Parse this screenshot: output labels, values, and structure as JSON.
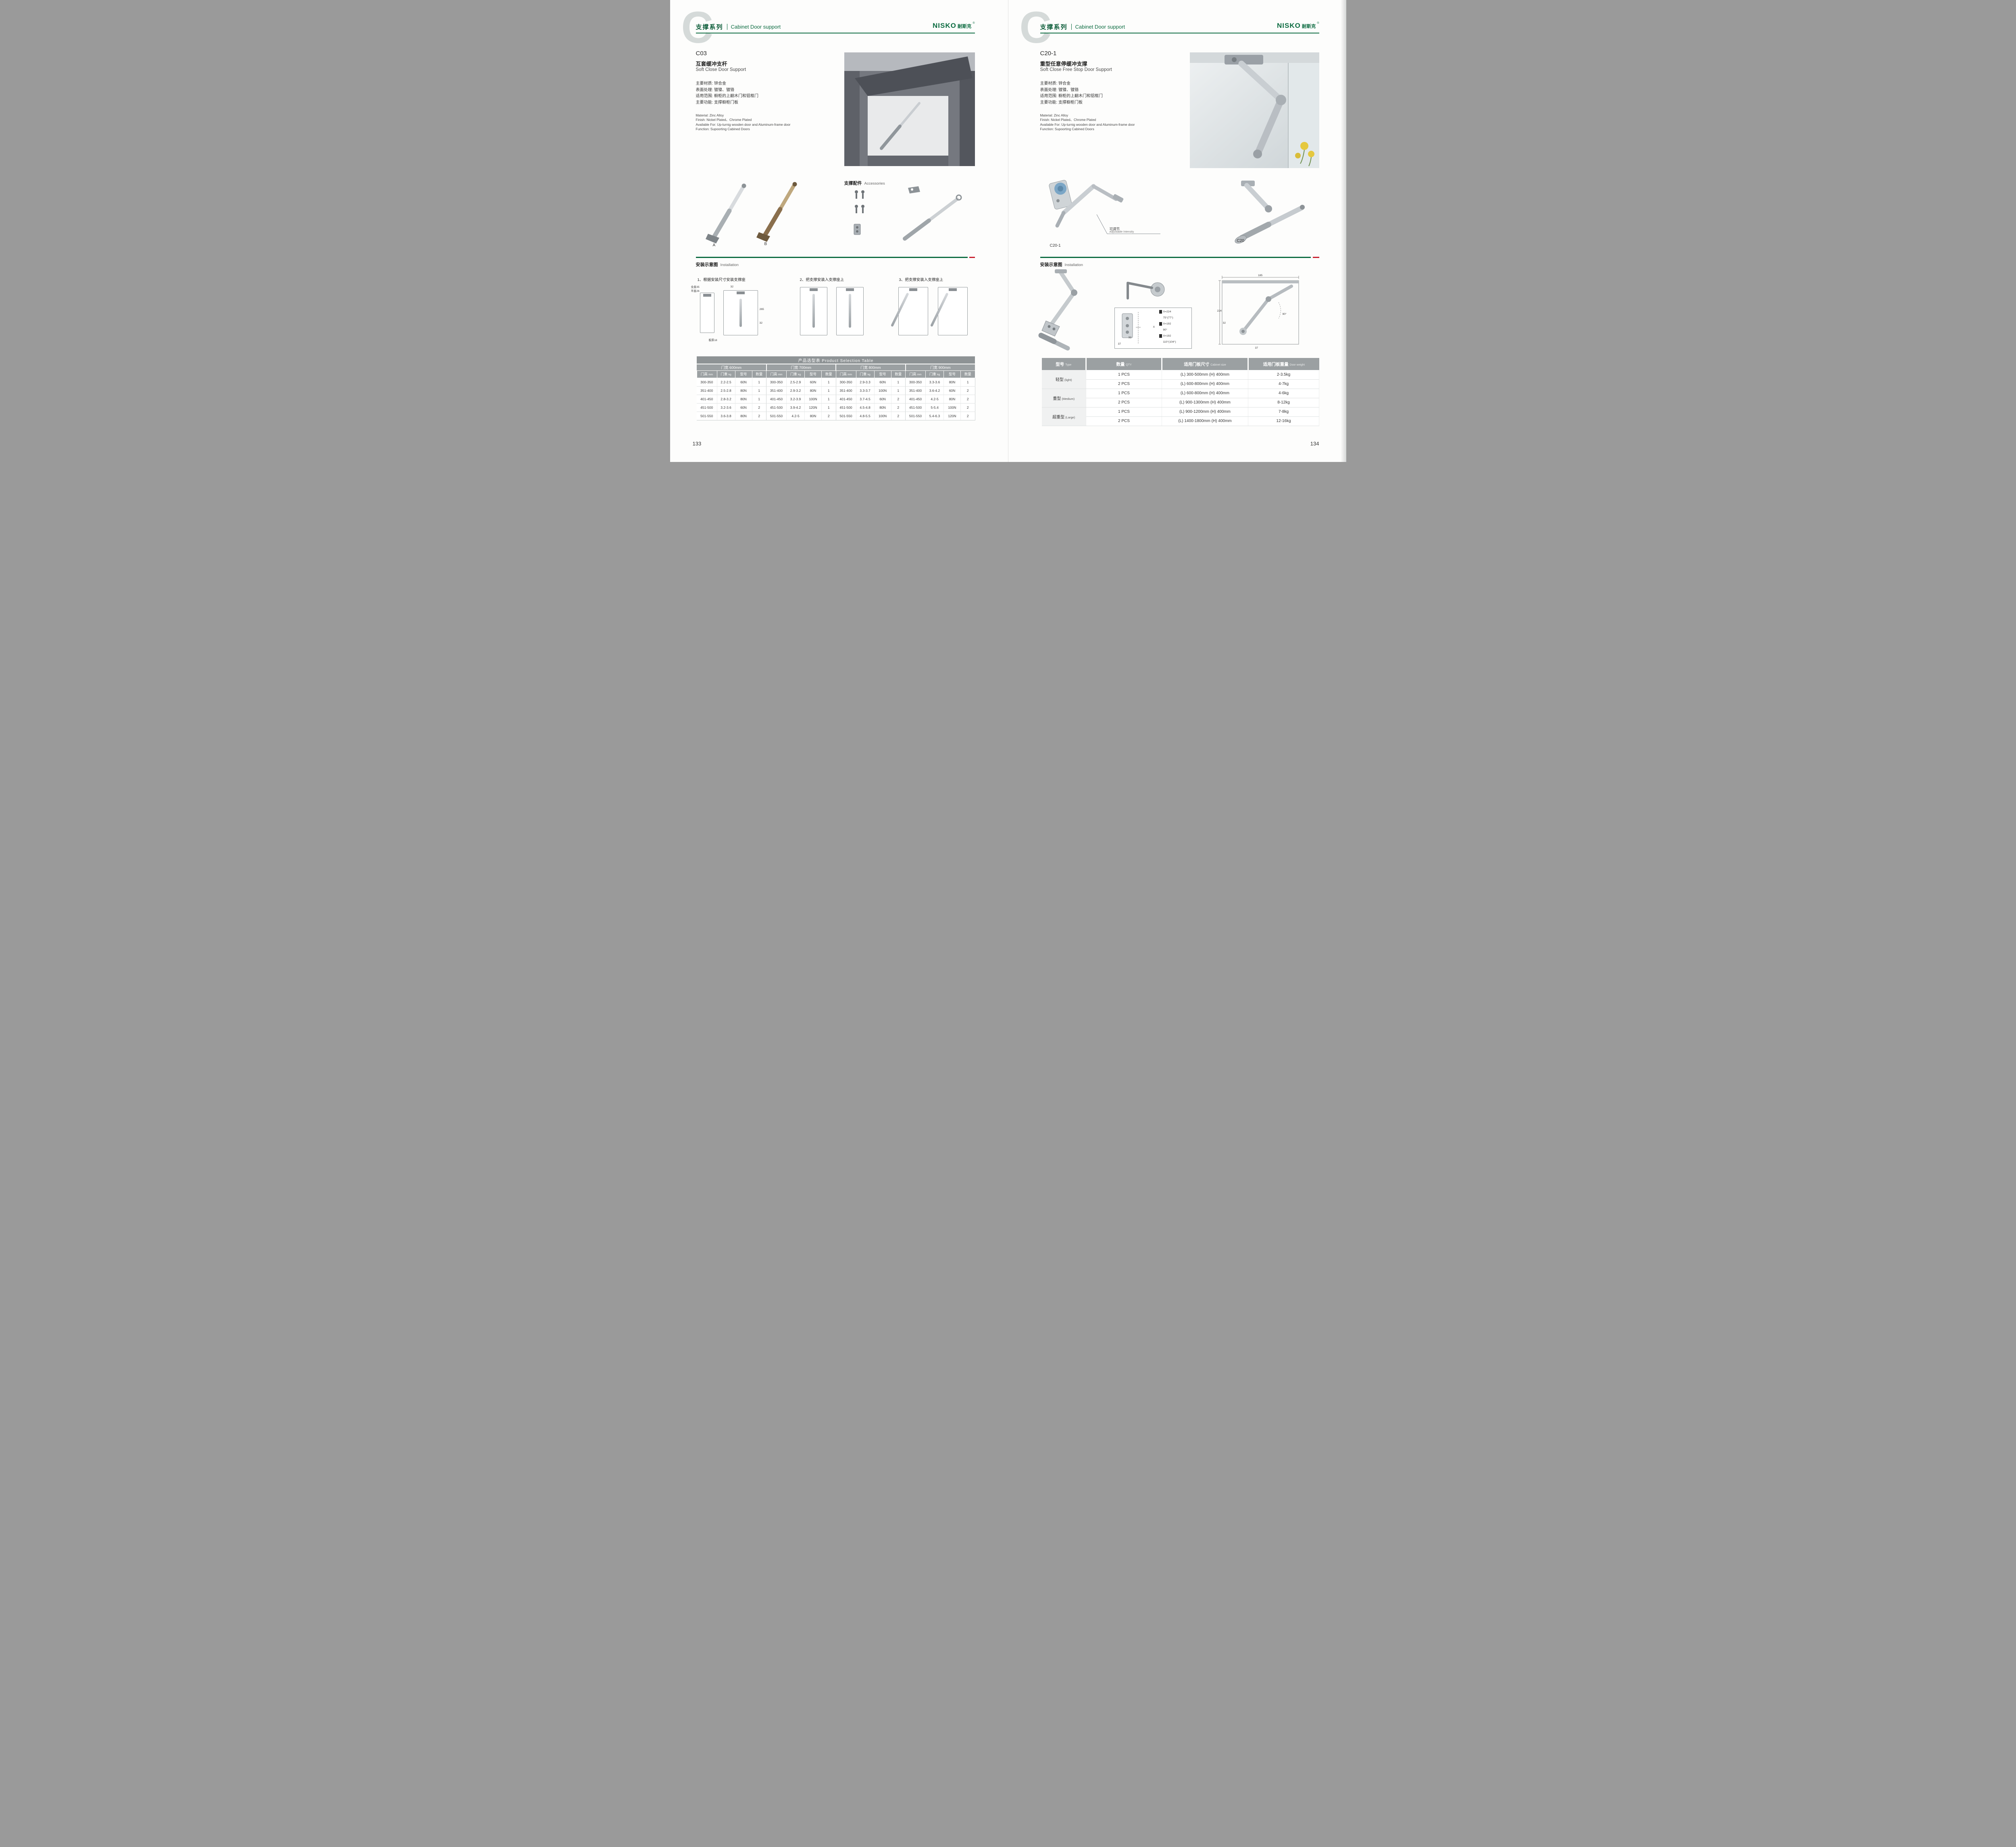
{
  "header": {
    "watermark": "C",
    "series_cn": "支撑系列",
    "series_en": "Cabinet Door support",
    "brand_en": "NISKO",
    "brand_cn": "耐斯克",
    "reg": "®"
  },
  "left": {
    "model": "C03",
    "name_cn": "互套缓冲支杆",
    "name_en": "Soft Close Door Support",
    "specs_cn": [
      "主要材质: 锌合金",
      "表面处理: 镀镍、镀铬",
      "适用范围: 橱柜的上翻木门和铝框门",
      "主要功能: 支撑橱柜门板"
    ],
    "specs_en": [
      "Material: Zinc Alloy",
      "Finish: Nickel Plated、Chrome Plated",
      "Available For: Up-turnig wooden door and Aluminum-frame door",
      "Function: Supoorting Cabined Doors"
    ],
    "variant_a": "A",
    "variant_b": "B",
    "accessories_cn": "支撑配件",
    "accessories_en": "Accessories",
    "install_cn": "安装示意图",
    "install_en": "Installation",
    "steps": [
      "1、根据安装尺寸安装支撑座",
      "2、把支撑安装入支撑座上",
      "3、把支撑安装入支撑座上"
    ],
    "install_dims": {
      "full_cover": "全盖35",
      "half_cover": "半盖26",
      "top32": "32",
      "height265": "265",
      "low32": "32",
      "board": "板厚18"
    },
    "table": {
      "title_cn": "产品选型表",
      "title_en": "Product Selection Table",
      "col_headers": [
        {
          "label": "门高",
          "unit": "mm"
        },
        {
          "label": "门重",
          "unit": "kg"
        },
        {
          "label": "型号",
          "unit": ""
        },
        {
          "label": "数量",
          "unit": ""
        }
      ],
      "groups": [
        {
          "label": "门宽 600mm",
          "rows": [
            [
              "300-350",
              "2.2-2.5",
              "60N",
              "1"
            ],
            [
              "351-400",
              "2.5-2.8",
              "80N",
              "1"
            ],
            [
              "401-450",
              "2.8-3.2",
              "80N",
              "1"
            ],
            [
              "451-500",
              "3.2-3.6",
              "60N",
              "2"
            ],
            [
              "501-550",
              "3.6-3.8",
              "80N",
              "2"
            ]
          ]
        },
        {
          "label": "门宽 700mm",
          "rows": [
            [
              "300-350",
              "2.5-2.9",
              "60N",
              "1"
            ],
            [
              "351-400",
              "2.9-3.2",
              "80N",
              "1"
            ],
            [
              "401-450",
              "3.2-3.9",
              "100N",
              "1"
            ],
            [
              "451-500",
              "3.9-4.2",
              "120N",
              "1"
            ],
            [
              "501-550",
              "4.2-5",
              "80N",
              "2"
            ]
          ]
        },
        {
          "label": "门宽 800mm",
          "rows": [
            [
              "300-350",
              "2.9-3.3",
              "60N",
              "1"
            ],
            [
              "351-400",
              "3.3-3.7",
              "100N",
              "1"
            ],
            [
              "401-450",
              "3.7-4.5",
              "60N",
              "2"
            ],
            [
              "451-500",
              "4.5-4.8",
              "80N",
              "2"
            ],
            [
              "501-550",
              "4.8-5.5",
              "100N",
              "2"
            ]
          ]
        },
        {
          "label": "门宽 900mm",
          "rows": [
            [
              "300-350",
              "3.3-3.6",
              "80N",
              "1"
            ],
            [
              "351-400",
              "3.6-4.2",
              "60N",
              "2"
            ],
            [
              "401-450",
              "4.2-5",
              "80N",
              "2"
            ],
            [
              "451-500",
              "5-5.4",
              "100N",
              "2"
            ],
            [
              "501-550",
              "5.4-6.3",
              "120N",
              "2"
            ]
          ]
        }
      ]
    },
    "page_number": "133"
  },
  "right": {
    "model": "C20-1",
    "name_cn": "重型任意停缓冲支撑",
    "name_en": "Soft Close Free Stop Door Support",
    "specs_cn": [
      "主要材质: 锌合金",
      "表面处理: 镀镍、镀铬",
      "适用范围: 橱柜的上翻木门和铝框门",
      "主要功能: 支撑橱柜门板"
    ],
    "specs_en": [
      "Material: Zinc Alloy",
      "Finish: Nickel Plated、Chrome Plated",
      "Available For: Up-turnig wooden door and Aluminum-frame door",
      "Function: Supoorting Cabined Doors"
    ],
    "label_c20_1": "C20-1",
    "label_c20": "C20",
    "callout_cn": "可调节",
    "callout_en": "Adjustable Intensity",
    "install_cn": "安装示意图",
    "install_en": "Installation",
    "install_dims": {
      "top_width": "185",
      "side_height": "224",
      "angle": "90°",
      "left32": "32",
      "bottom37": "37",
      "x_label": "X",
      "box37": "37",
      "box32": "32",
      "stack": [
        "X=224",
        "75°(77°)",
        "X=192",
        "90°",
        "X=192",
        "110°(104°)"
      ]
    },
    "table": {
      "headers": [
        {
          "cn": "型号",
          "en": "Type"
        },
        {
          "cn": "数量",
          "en": "QTY"
        },
        {
          "cn": "适用门板尺寸",
          "en": "Cabinet size"
        },
        {
          "cn": "适用门板重量",
          "en": "Door weight"
        }
      ],
      "groups": [
        {
          "type_cn": "轻型",
          "type_en": "(light)",
          "rows": [
            [
              "1 PCS",
              "(L) 300-500mm  (H) 400mm",
              "2-3.5kg"
            ],
            [
              "2 PCS",
              "(L) 600-800mm  (H) 400mm",
              "4-7kg"
            ]
          ]
        },
        {
          "type_cn": "重型",
          "type_en": "(Medium)",
          "rows": [
            [
              "1 PCS",
              "(L) 600-800mm  (H) 400mm",
              "4-6kg"
            ],
            [
              "2 PCS",
              "(L) 900-1300mm  (H) 400mm",
              "8-12kg"
            ]
          ]
        },
        {
          "type_cn": "超重型",
          "type_en": "(Large)",
          "rows": [
            [
              "1 PCS",
              "(L) 900-1200mm  (H) 400mm",
              "7-8kg"
            ],
            [
              "2 PCS",
              "(L) 1400-1800mm  (H) 400mm",
              "12-16kg"
            ]
          ]
        }
      ]
    },
    "page_number": "134"
  }
}
